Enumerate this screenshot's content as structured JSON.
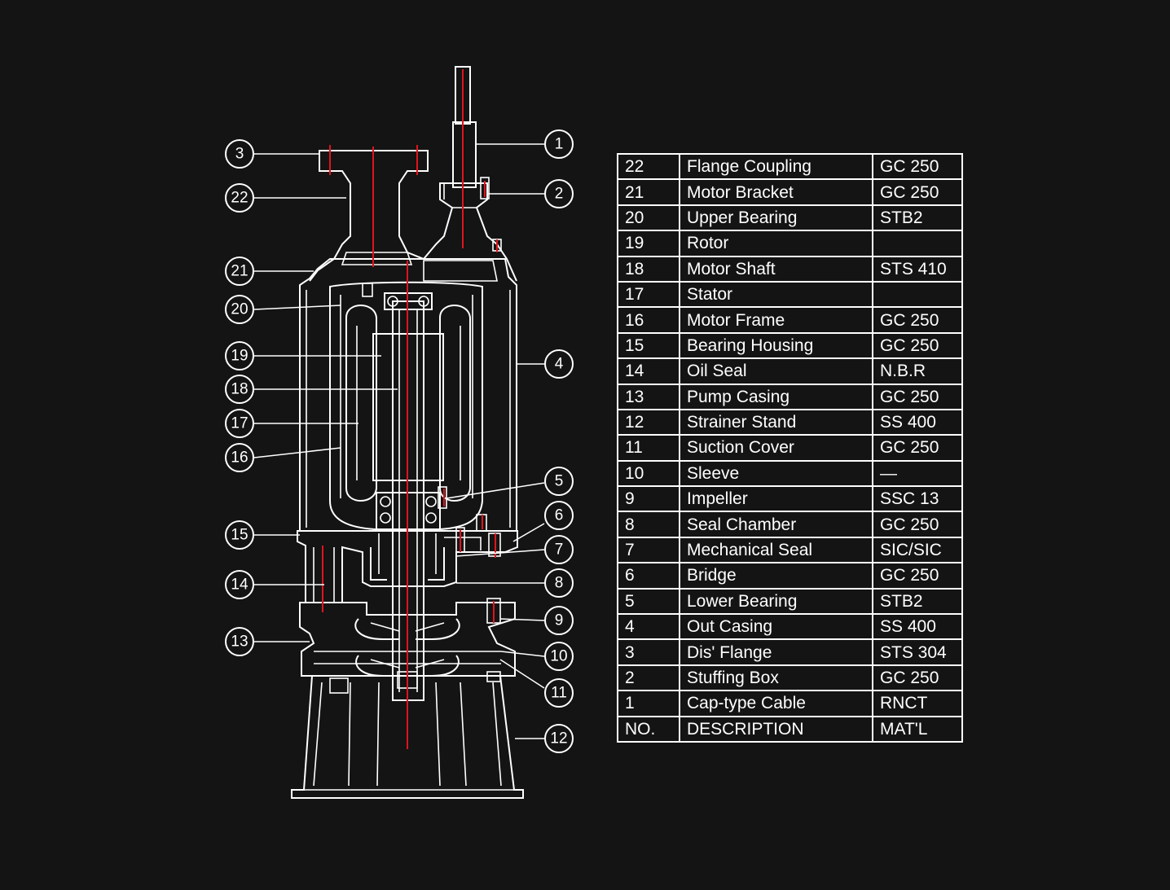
{
  "callouts": [
    "1",
    "2",
    "3",
    "4",
    "5",
    "6",
    "7",
    "8",
    "9",
    "10",
    "11",
    "12",
    "13",
    "14",
    "15",
    "16",
    "17",
    "18",
    "19",
    "20",
    "21",
    "22"
  ],
  "parts_table": {
    "header": {
      "no": "NO.",
      "description": "DESCRIPTION",
      "material": "MAT'L"
    },
    "rows": [
      {
        "no": "22",
        "description": "Flange Coupling",
        "material": "GC 250"
      },
      {
        "no": "21",
        "description": "Motor Bracket",
        "material": "GC 250"
      },
      {
        "no": "20",
        "description": "Upper Bearing",
        "material": "STB2"
      },
      {
        "no": "19",
        "description": "Rotor",
        "material": ""
      },
      {
        "no": "18",
        "description": "Motor Shaft",
        "material": "STS 410"
      },
      {
        "no": "17",
        "description": "Stator",
        "material": ""
      },
      {
        "no": "16",
        "description": "Motor Frame",
        "material": "GC 250"
      },
      {
        "no": "15",
        "description": "Bearing Housing",
        "material": "GC 250"
      },
      {
        "no": "14",
        "description": "Oil Seal",
        "material": "N.B.R"
      },
      {
        "no": "13",
        "description": "Pump Casing",
        "material": "GC 250"
      },
      {
        "no": "12",
        "description": "Strainer Stand",
        "material": "SS 400"
      },
      {
        "no": "11",
        "description": "Suction Cover",
        "material": "GC 250"
      },
      {
        "no": "10",
        "description": "Sleeve",
        "material": "—"
      },
      {
        "no": "9",
        "description": "Impeller",
        "material": "SSC 13"
      },
      {
        "no": "8",
        "description": "Seal Chamber",
        "material": "GC 250"
      },
      {
        "no": "7",
        "description": "Mechanical Seal",
        "material": "SIC/SIC"
      },
      {
        "no": "6",
        "description": "Bridge",
        "material": "GC 250"
      },
      {
        "no": "5",
        "description": "Lower Bearing",
        "material": "STB2"
      },
      {
        "no": "4",
        "description": "Out Casing",
        "material": "SS 400"
      },
      {
        "no": "3",
        "description": "Dis' Flange",
        "material": "STS 304"
      },
      {
        "no": "2",
        "description": "Stuffing Box",
        "material": "GC 250"
      },
      {
        "no": "1",
        "description": "Cap-type Cable",
        "material": "RNCT"
      }
    ]
  },
  "colors": {
    "background": "#141414",
    "line": "#ffffff",
    "centerline": "#e0141e"
  }
}
